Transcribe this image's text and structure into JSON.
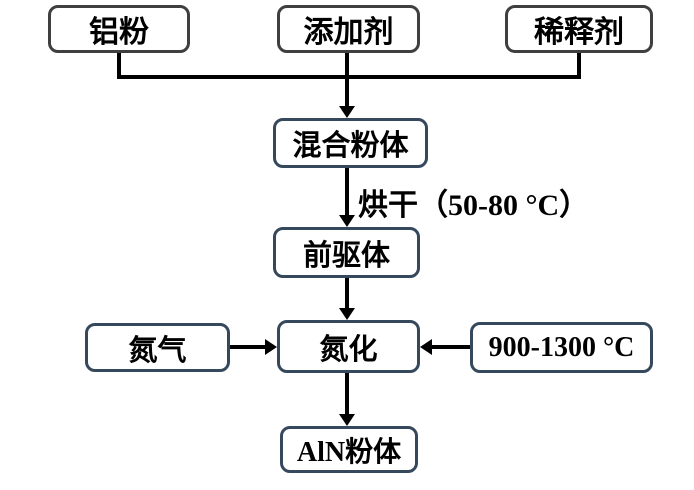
{
  "nodes": {
    "aluminum_powder": {
      "label": "铝粉"
    },
    "additive": {
      "label": "添加剂"
    },
    "diluent": {
      "label": "稀释剂"
    },
    "mixed_powder": {
      "label": "混合粉体"
    },
    "precursor": {
      "label": "前驱体"
    },
    "nitrogen_gas": {
      "label": "氮气"
    },
    "nitridation": {
      "label": "氮化"
    },
    "nitridation_temperature": {
      "label": "900-1300 °C"
    },
    "aln_powder": {
      "label": "AlN粉体"
    }
  },
  "edge_labels": {
    "drying": "烘干（50-80 °C）"
  },
  "colors": {
    "line": "#000000",
    "top_box_border": "#3f3f3f",
    "accent_box_border": "#36485c",
    "text": "#000000",
    "background": "#ffffff"
  }
}
